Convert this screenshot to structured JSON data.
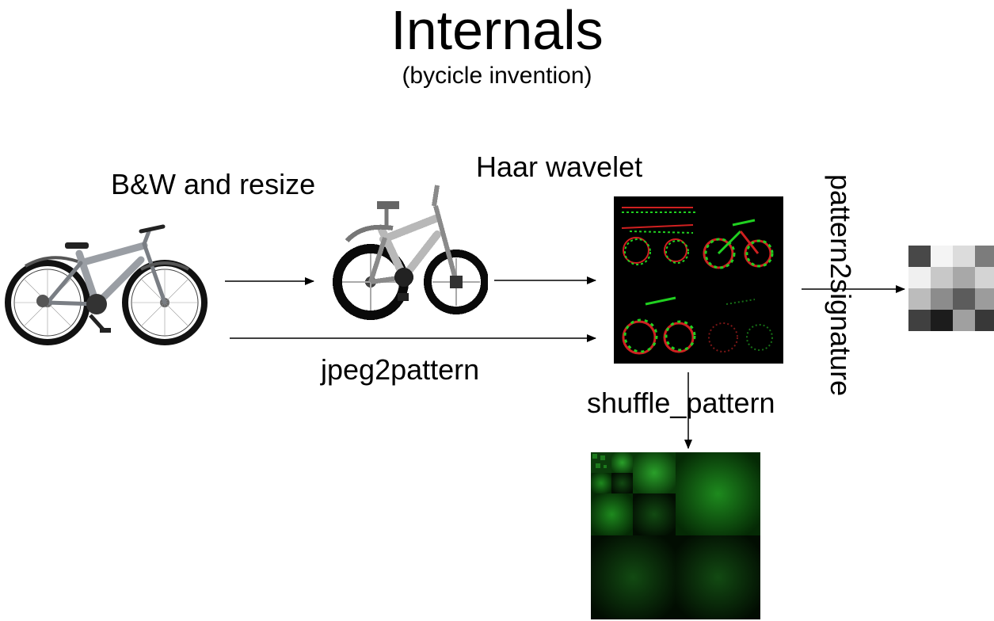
{
  "slide": {
    "title": "Internals",
    "subtitle": "(bycicle invention)"
  },
  "steps": {
    "bw_resize": "B&W and resize",
    "haar": "Haar wavelet",
    "jpeg2pattern": "jpeg2pattern",
    "shuffle": "shuffle_pattern",
    "pattern2signature": "pattern2signature"
  },
  "images": {
    "original_bike": "bicycle-photo",
    "bw_bike": "bicycle-bw-resized",
    "haar_pattern": "haar-wavelet-pattern",
    "shuffled_pattern": "shuffled-pattern",
    "signature": "signature-grid"
  },
  "colors": {
    "wavelet_red": "#d02020",
    "wavelet_green": "#20d020",
    "pattern_bg": "#000000",
    "shuffle_green": "#1a7a1a"
  },
  "signature_grid": [
    [
      "#484848",
      "#f4f4f4",
      "#dcdcdc",
      "#7c7c7c"
    ],
    [
      "#f0f0f0",
      "#c8c8c8",
      "#a8a8a8",
      "#d4d4d4"
    ],
    [
      "#bcbcbc",
      "#8c8c8c",
      "#5c5c5c",
      "#9c9c9c"
    ],
    [
      "#404040",
      "#1c1c1c",
      "#a0a0a0",
      "#383838"
    ]
  ]
}
